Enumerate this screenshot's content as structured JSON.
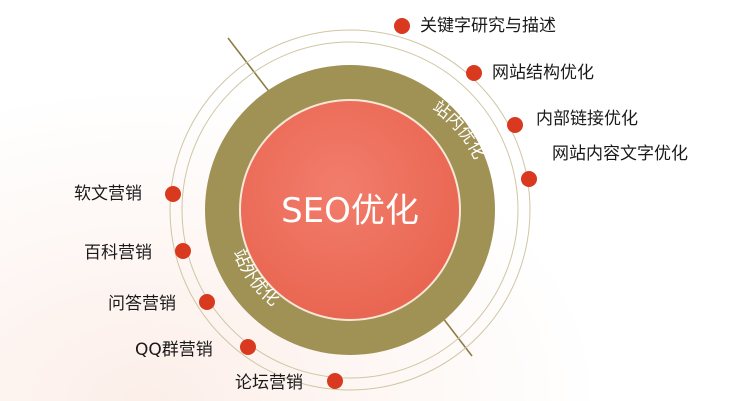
{
  "center": {
    "title": "SEO优化"
  },
  "ring": {
    "onsite": "站内优化",
    "offsite": "站外优化"
  },
  "onsite_items": [
    "关键字研究与描述",
    "网站结构优化",
    "内部链接优化",
    "网站内容文字优化"
  ],
  "offsite_items": [
    "软文营销",
    "百科营销",
    "问答营销",
    "QQ群营销",
    "论坛营销"
  ],
  "colors": {
    "center_fill": "#ef7060",
    "ring_fill": "#a09155",
    "dot": "#d93a1f",
    "thin_ring": "#cfc6a4"
  }
}
